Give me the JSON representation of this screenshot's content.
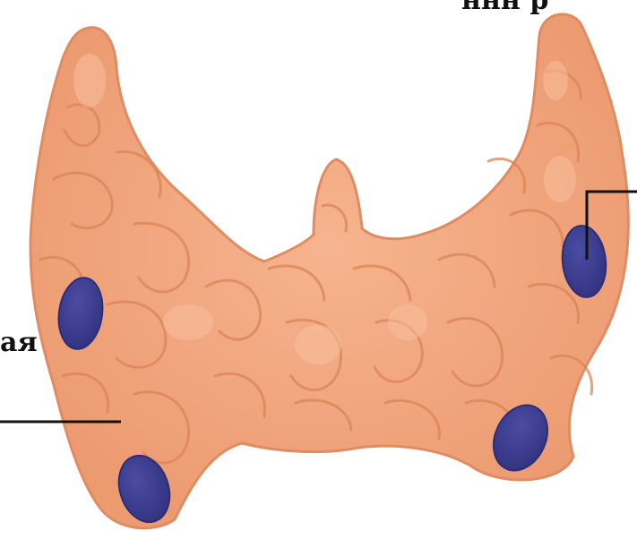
{
  "labels": {
    "top_right": "ннн  р",
    "left": "ая"
  },
  "colors": {
    "gland_fill": "#f3a77f",
    "gland_shade": "#e48e64",
    "gland_lobule_line": "#dc8457",
    "gland_highlight": "#f8bf9d",
    "parathyroid_fill": "#3e3f92",
    "parathyroid_edge": "#2c2d78",
    "pointer_line": "#111111"
  },
  "structures": [
    "thyroid-gland",
    "parathyroid-gland-upper-left",
    "parathyroid-gland-lower-left",
    "parathyroid-gland-upper-right",
    "parathyroid-gland-lower-right"
  ]
}
